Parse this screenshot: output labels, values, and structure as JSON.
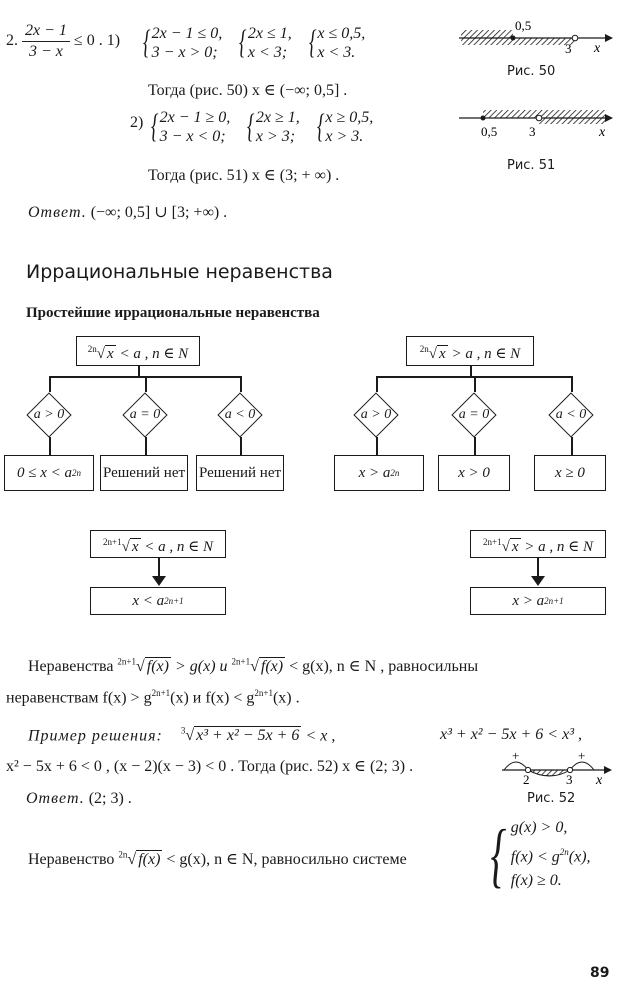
{
  "problem2": {
    "number": "2.",
    "frac_num": "2x − 1",
    "frac_den": "3 − x",
    "rel": "≤ 0 .",
    "case1_label": "1)",
    "case1_sys_a": [
      "2x − 1 ≤ 0,",
      "3 − x > 0;"
    ],
    "case1_sys_b": [
      "2x ≤ 1,",
      "x < 3;"
    ],
    "case1_sys_c": [
      "x ≤ 0,5,",
      "x < 3."
    ],
    "case1_result": "Тогда (рис. 50) x ∈ (−∞; 0,5] .",
    "case2_label": "2)",
    "case2_sys_a": [
      "2x − 1 ≥ 0,",
      "3 − x < 0;"
    ],
    "case2_sys_b": [
      "2x ≥ 1,",
      "x > 3;"
    ],
    "case2_sys_c": [
      "x ≥ 0,5,",
      "x > 3."
    ],
    "case2_result": "Тогда (рис. 51) x ∈ (3; + ∞) .",
    "answer_label": "Ответ.",
    "answer_value": "(−∞; 0,5] ∪ [3; +∞) ."
  },
  "fig50": {
    "caption": "Рис. 50",
    "p1": "0,5",
    "p2": "3",
    "axis": "x"
  },
  "fig51": {
    "caption": "Рис. 51",
    "p1": "0,5",
    "p2": "3",
    "axis": "x"
  },
  "section_title": "Иррациональные неравенства",
  "subsection_title": "Простейшие иррациональные неравенства",
  "diagram1": {
    "root_idx": "2n",
    "root_rad": "x",
    "root_rest": "< a ,  n ∈ N",
    "conds": [
      "a > 0",
      "a = 0",
      "a < 0"
    ],
    "results": [
      "0 ≤ x < a",
      "Решений нет",
      "Решений нет"
    ],
    "result0_sup": "2n"
  },
  "diagram2": {
    "root_idx": "2n",
    "root_rad": "x",
    "root_rest": "> a ,  n ∈ N",
    "conds": [
      "a > 0",
      "a = 0",
      "a < 0"
    ],
    "results": [
      "x > a",
      "x > 0",
      "x ≥ 0"
    ],
    "result0_sup": "2n"
  },
  "diagram3": {
    "root_idx": "2n+1",
    "root_rad": "x",
    "root_rest": "< a ,  n ∈ N",
    "result": "x < a",
    "result_sup": "2n+1"
  },
  "diagram4": {
    "root_idx": "2n+1",
    "root_rad": "x",
    "root_rest": "> a ,  n ∈ N",
    "result": "x > a",
    "result_sup": "2n+1"
  },
  "para1": {
    "t1": "Неравенства",
    "idx": "2n+1",
    "rad": "f(x)",
    "t2": "> g(x)  и",
    "t3": "< g(x),  n ∈ N , равносильны",
    "line2_a": "неравенствам  f(x) > g",
    "sup": "2n+1",
    "line2_b": "(x)  и  f(x) < g",
    "line2_c": "(x) ."
  },
  "example": {
    "label": "Пример   решения:",
    "idx": "3",
    "rad": "x³ + x² − 5x + 6",
    "rest": "< x ,",
    "eq1": "x³ + x² − 5x + 6 < x³ ,",
    "line2": "x² − 5x + 6 < 0 , (x − 2)(x − 3) < 0 . Тогда (рис. 52)  x ∈ (2; 3) .",
    "answer_label": "Ответ.",
    "answer_value": "(2; 3) ."
  },
  "fig52": {
    "caption": "Рис. 52",
    "plus1": "+",
    "minus": "−",
    "plus2": "+",
    "p1": "2",
    "p2": "3",
    "axis": "x"
  },
  "para2": {
    "t1": "Неравенство",
    "idx": "2n",
    "rad": "f(x)",
    "t2": "< g(x), n ∈ N, равносильно системе",
    "sys": [
      "g(x) > 0,",
      "f(x) < g",
      "f(x) ≥ 0."
    ],
    "sys_sup": "2n",
    "sys_tail": "(x),"
  },
  "page_number": "89"
}
